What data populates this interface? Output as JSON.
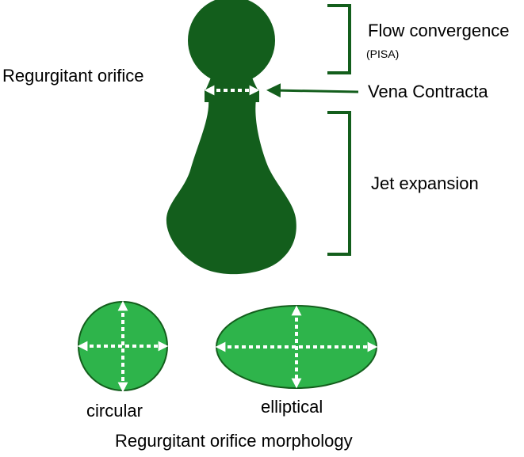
{
  "colors": {
    "dark_green": "#135e1c",
    "bright_green": "#2eb44b",
    "arrow_white": "#ffffff",
    "text": "#000000"
  },
  "labels": {
    "regurgitant_orifice": "Regurgitant orifice",
    "flow_convergence": "Flow convergence",
    "pisa": "(PISA)",
    "vena_contracta": "Vena Contracta",
    "jet_expansion": "Jet expansion",
    "circular": "circular",
    "elliptical": "elliptical",
    "morphology": "Regurgitant orifice morphology"
  },
  "icons": {
    "jet_shape": "regurgitant-jet-shape",
    "circular_orifice": "circular-orifice-shape",
    "elliptical_orifice": "elliptical-orifice-shape",
    "pointer": "arrow-left"
  }
}
